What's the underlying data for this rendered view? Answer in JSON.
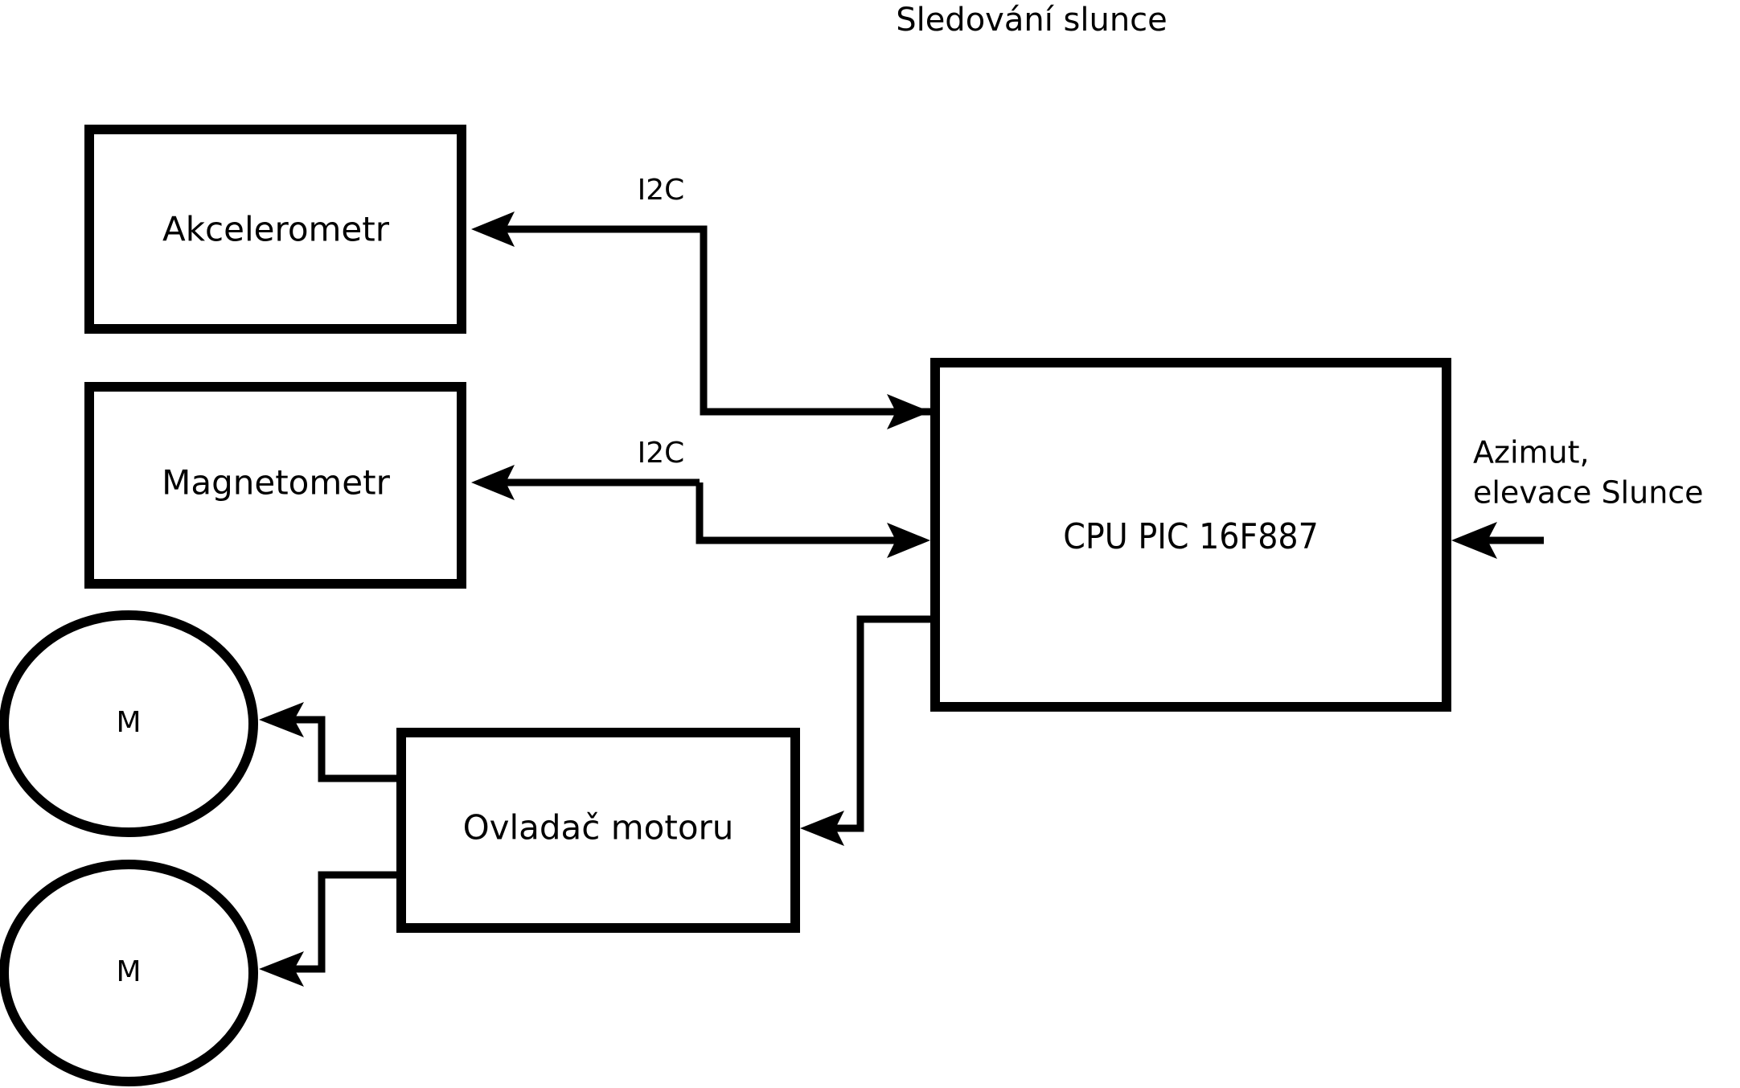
{
  "diagram": {
    "title": "Sledování slunce",
    "nodes": {
      "accelerometer": {
        "label": "Akcelerometr",
        "shape": "rectangle"
      },
      "magnetometer": {
        "label": "Magnetometr",
        "shape": "rectangle"
      },
      "cpu": {
        "label": "CPU PIC 16F887",
        "shape": "rectangle"
      },
      "motor_driver": {
        "label": "Ovladač motoru",
        "shape": "rectangle"
      },
      "motor_top": {
        "label": "M",
        "shape": "ellipse"
      },
      "motor_bottom": {
        "label": "M",
        "shape": "ellipse"
      }
    },
    "edge_labels": {
      "i2c_accelerometer": "I2C",
      "i2c_magnetometer": "I2C",
      "sun_input_line1": "Azimut,",
      "sun_input_line2": "elevace Slunce"
    },
    "colors": {
      "background": "#ffffff",
      "stroke": "#000000",
      "text": "#000000"
    }
  }
}
